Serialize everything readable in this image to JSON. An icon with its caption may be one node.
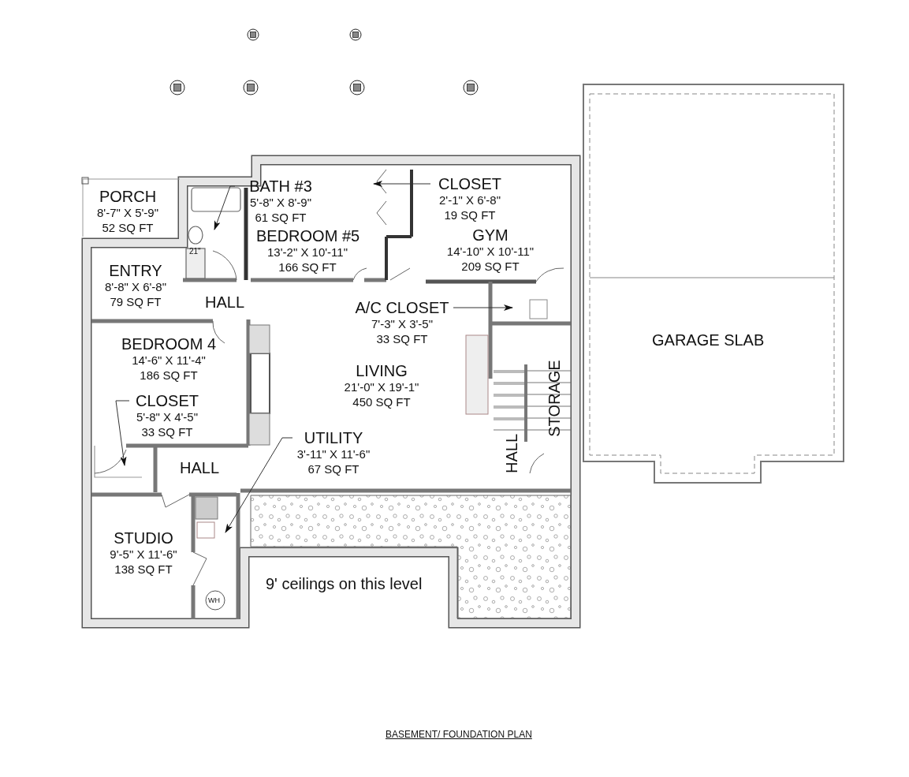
{
  "diagram": {
    "caption": "BASEMENT/ FOUNDATION PLAN",
    "nodes": [
      {
        "text": [
          "PORCH",
          "8'-7\" X 5'-9\"",
          "52 SQ FT"
        ]
      },
      {
        "text": [
          "BATH #3",
          "5'-8\" X 8'-9\"",
          "61 SQ FT"
        ]
      },
      {
        "text": [
          "CLOSET",
          "2'-1\" X 6'-8\"",
          "19 SQ FT"
        ]
      },
      {
        "text": [
          "BEDROOM #5",
          "13'-2\" X 10'-11\"",
          "166 SQ FT"
        ]
      },
      {
        "text": [
          "GYM",
          "14'-10\" X 10'-11\"",
          "209 SQ FT"
        ]
      },
      {
        "text": [
          "ENTRY",
          "8'-8\" X 6'-8\"",
          "79 SQ FT"
        ]
      },
      {
        "text": [
          "HALL"
        ]
      },
      {
        "text": [
          "A/C CLOSET",
          "7'-3\" X 3'-5\"",
          "33 SQ FT"
        ]
      },
      {
        "text": [
          "GARAGE SLAB"
        ]
      },
      {
        "text": [
          "BEDROOM 4",
          "14'-6\" X 11'-4\"",
          "186 SQ FT"
        ]
      },
      {
        "text": [
          "LIVING",
          "21'-0\" X 19'-1\"",
          "450 SQ FT"
        ]
      },
      {
        "text": [
          "STORAGE"
        ]
      },
      {
        "text": [
          "CLOSET",
          "5'-8\" X 4'-5\"",
          "33 SQ FT"
        ]
      },
      {
        "text": [
          "UTILITY",
          "3'-11\" X 11'-6\"",
          "67 SQ FT"
        ]
      },
      {
        "text": [
          "HALL"
        ]
      },
      {
        "text": [
          "HALL"
        ]
      },
      {
        "text": [
          "STUDIO",
          "9'-5\" X 11'-6\"",
          "138 SQ FT"
        ]
      }
    ],
    "edges": [
      {
        "from": 1,
        "to": null,
        "arrow": "to"
      },
      {
        "from": 2,
        "to": null,
        "arrow": "to"
      },
      {
        "from": 7,
        "to": null,
        "arrow": "to"
      },
      {
        "from": 12,
        "to": null,
        "arrow": "to"
      },
      {
        "from": 13,
        "to": null,
        "arrow": "to"
      }
    ],
    "labels": [
      "21\"",
      "9' ceilings on this level",
      "WH"
    ]
  }
}
